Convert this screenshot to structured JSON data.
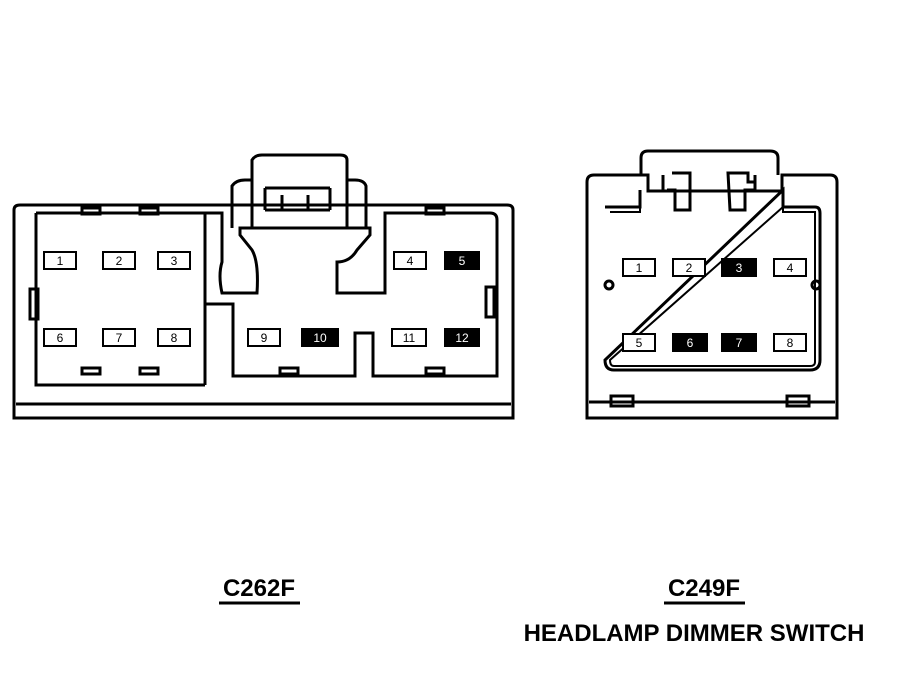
{
  "connectors": [
    {
      "id": "C262F",
      "label": "C262F",
      "description": "",
      "pins": [
        {
          "num": "1",
          "filled": false
        },
        {
          "num": "2",
          "filled": false
        },
        {
          "num": "3",
          "filled": false
        },
        {
          "num": "4",
          "filled": false
        },
        {
          "num": "5",
          "filled": true
        },
        {
          "num": "6",
          "filled": false
        },
        {
          "num": "7",
          "filled": false
        },
        {
          "num": "8",
          "filled": false
        },
        {
          "num": "9",
          "filled": false
        },
        {
          "num": "10",
          "filled": true
        },
        {
          "num": "11",
          "filled": false
        },
        {
          "num": "12",
          "filled": true
        }
      ]
    },
    {
      "id": "C249F",
      "label": "C249F",
      "description": "HEADLAMP DIMMER SWITCH",
      "pins": [
        {
          "num": "1",
          "filled": false
        },
        {
          "num": "2",
          "filled": false
        },
        {
          "num": "3",
          "filled": true
        },
        {
          "num": "4",
          "filled": false
        },
        {
          "num": "5",
          "filled": false
        },
        {
          "num": "6",
          "filled": true
        },
        {
          "num": "7",
          "filled": true
        },
        {
          "num": "8",
          "filled": false
        }
      ]
    }
  ],
  "colors": {
    "line": "#000000",
    "background": "#ffffff",
    "filled_pin": "#000000"
  }
}
